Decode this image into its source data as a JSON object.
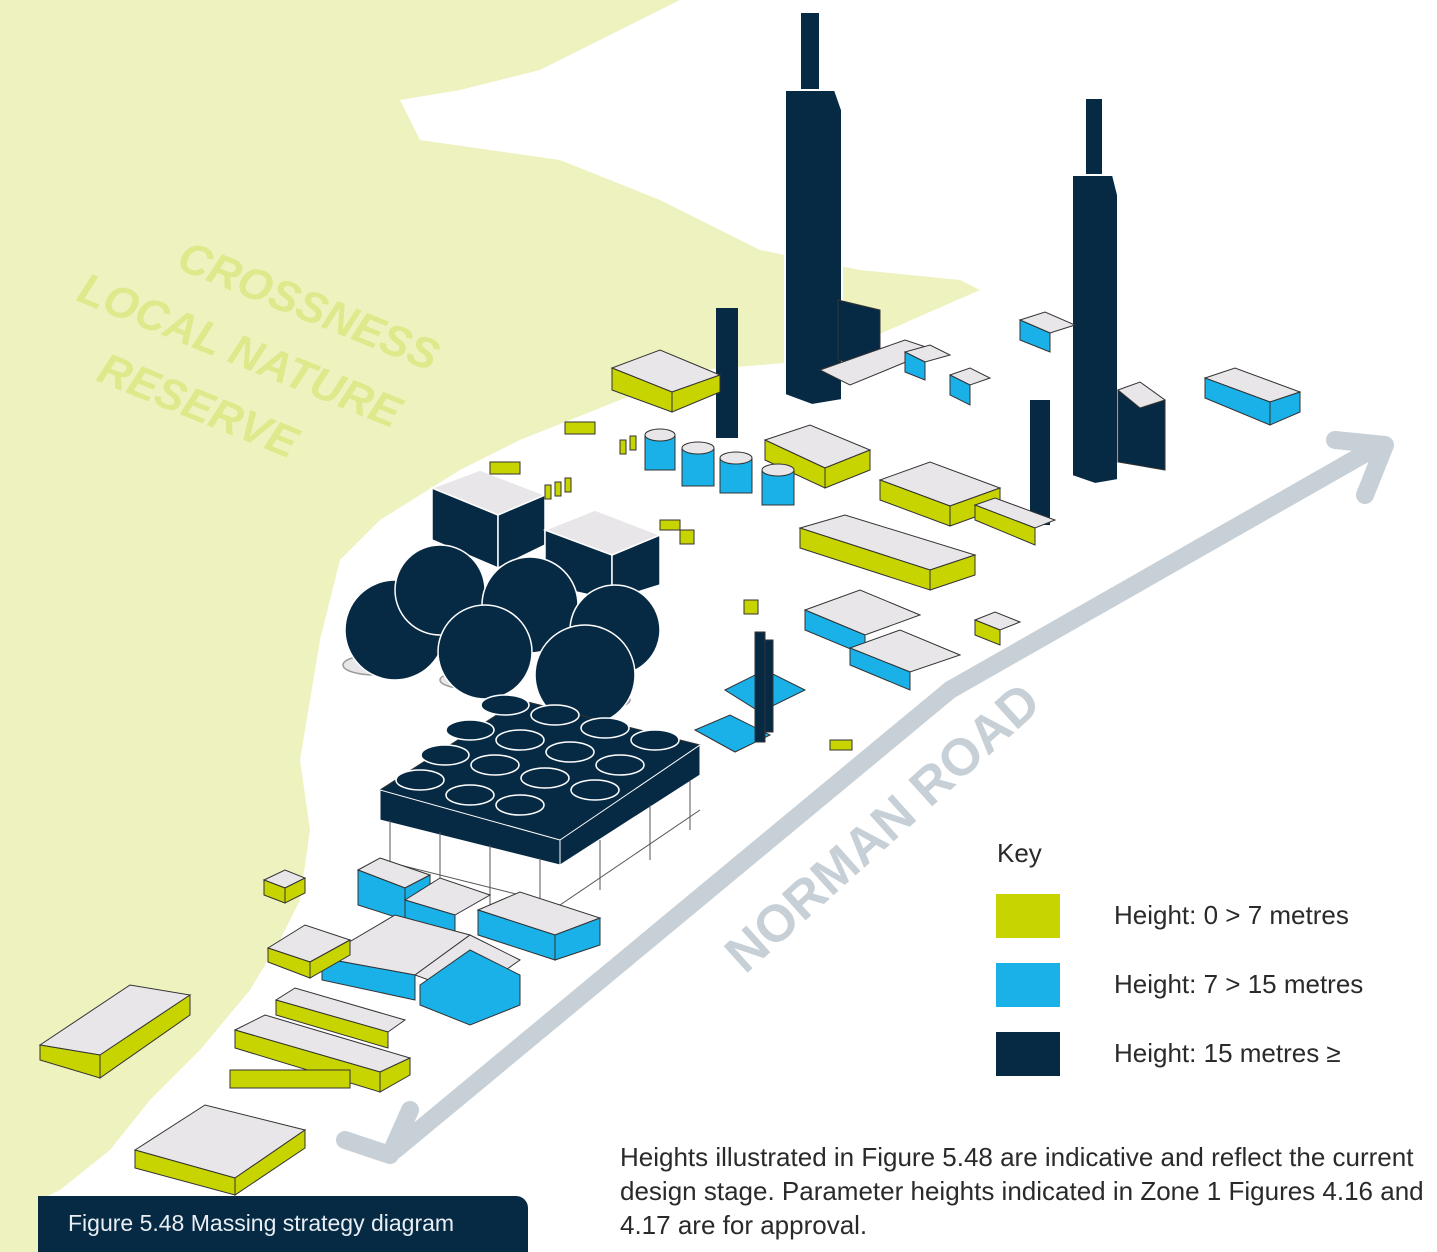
{
  "labels": {
    "reserve": [
      "CROSSNESS",
      "LOCAL NATURE",
      "RESERVE"
    ],
    "road": "NORMAN ROAD"
  },
  "key": {
    "title": "Key",
    "items": [
      {
        "label": "Height: 0 > 7 metres",
        "color": "#c8d400"
      },
      {
        "label": "Height: 7 > 15 metres",
        "color": "#1ab0e8"
      },
      {
        "label": "Height: 15 metres ≥",
        "color": "#072a44"
      }
    ]
  },
  "note": "Heights illustrated in Figure 5.48 are indicative and reflect the current design stage. Parameter heights indicated in Zone 1 Figures 4.16 and 4.17 are for approval.",
  "caption": "Figure 5.48  Massing strategy diagram",
  "colors": {
    "reserve_fill": "#eef2bf",
    "reserve_text": "#dfe88a",
    "road_arrow": "#c7d0d6",
    "roof": "#e8e6e8",
    "low": "#c8d400",
    "mid": "#1ab0e8",
    "high": "#072a44"
  }
}
